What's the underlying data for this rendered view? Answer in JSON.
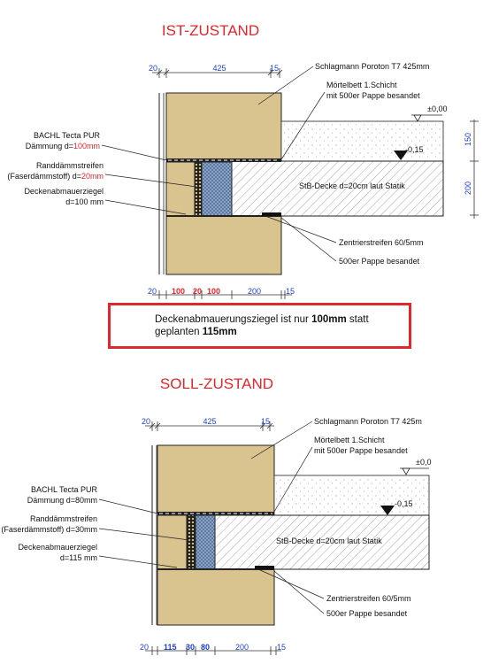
{
  "ist": {
    "title": "IST-ZUSTAND",
    "dims_top": [
      "20",
      "425",
      "15"
    ],
    "labels_right": {
      "block": "Schlagmann Poroton T7 425mm",
      "mortar_1": "Mörtelbett 1.Schicht",
      "mortar_2": "mit 500er Pappe besandet",
      "level_0": "±0,00",
      "level_neg": "-0,15",
      "slab": "StB-Decke d=20cm laut Statik",
      "centering": "Zentrierstreifen 60/5mm",
      "cardboard": "500er Pappe besandet"
    },
    "labels_left": {
      "insul_1": "BACHL Tecta PUR",
      "insul_2a": "Dämmung d=",
      "insul_2b": "100mm",
      "edge_1": "Randdämmstreifen",
      "edge_2a": "(Faserdämmstoff) d=",
      "edge_2b": "20mm",
      "brick_1": "Deckenabmauerziegel",
      "brick_2": "d=100 mm"
    },
    "vert_dims": [
      "150",
      "200"
    ],
    "dims_bottom": [
      "20",
      "100",
      "20",
      "100",
      "200",
      "15"
    ]
  },
  "note": {
    "line1_a": "Deckenabmauerungsziegel ist nur ",
    "line1_b": "100mm",
    "line1_c": " statt",
    "line2_a": "geplanten ",
    "line2_b": "115mm"
  },
  "soll": {
    "title": "SOLL-ZUSTAND",
    "dims_top": [
      "20",
      "425",
      "15"
    ],
    "labels_right": {
      "block": "Schlagmann Poroton T7 425m",
      "mortar_1": "Mörtelbett 1.Schicht",
      "mortar_2": "mit 500er Pappe besandet",
      "level_0": "±0,0",
      "level_neg": "-0,15",
      "slab": "StB-Decke d=20cm laut Statik",
      "centering": "Zentrierstreifen 60/5mm",
      "cardboard": "500er Pappe besandet"
    },
    "labels_left": {
      "insul_1": "BACHL Tecta PUR",
      "insul_2": "Dämmung d=80mm",
      "edge_1": "Randdämmstreifen",
      "edge_2": "(Faserdämmstoff) d=30mm",
      "brick_1": "Deckenabmauerziegel",
      "brick_2": "d=115 mm"
    },
    "dims_bottom": [
      "20",
      "115",
      "30",
      "80",
      "200",
      "15"
    ]
  },
  "colors": {
    "title_red": "#e3262b",
    "dim_blue": "#1f3fd0",
    "wall_tan": "#d9c48f",
    "insul_blue": "#8aa4c8",
    "note_border": "#e3262b"
  }
}
